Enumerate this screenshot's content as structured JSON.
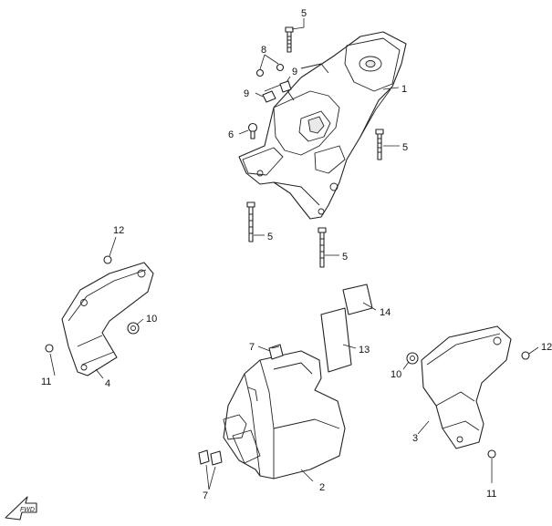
{
  "callouts": {
    "c1": "1",
    "c2": "2",
    "c3": "3",
    "c4": "4",
    "c5a": "5",
    "c5b": "5",
    "c5c": "5",
    "c5d": "5",
    "c6": "6",
    "c7a": "7",
    "c7b": "7",
    "c8": "8",
    "c9a": "9",
    "c9b": "9",
    "c10a": "10",
    "c10b": "10",
    "c11a": "11",
    "c11b": "11",
    "c12": "12",
    "c13": "13",
    "c14": "14"
  },
  "icons": {
    "front_direction": "fwd-arrow-icon"
  }
}
